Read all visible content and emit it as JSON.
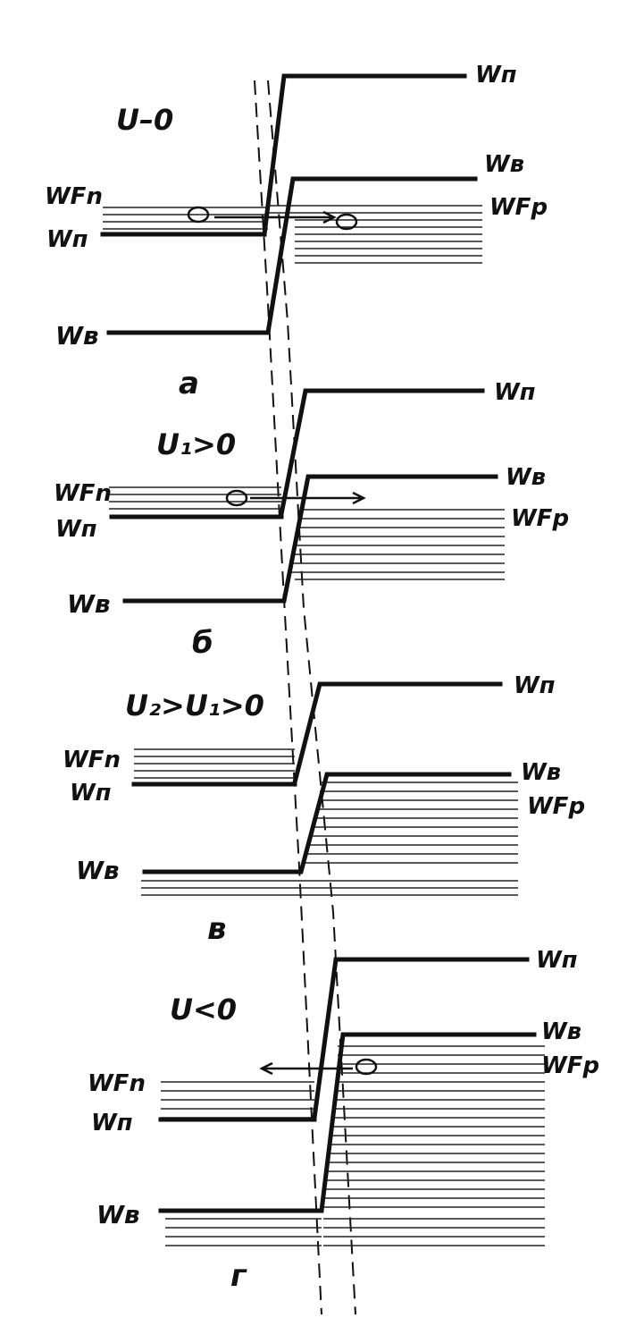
{
  "panels": [
    {
      "id": "a",
      "caption": "а",
      "voltage": "U–0",
      "labels": {
        "right_top": "Wп",
        "right_mid": "Wв",
        "right_fermi": "WFp",
        "left_fermi": "WFn",
        "left_mid": "Wп",
        "left_bottom": "Wв"
      }
    },
    {
      "id": "b",
      "caption": "б",
      "voltage": "U₁>0",
      "labels": {
        "right_top": "Wп",
        "right_mid": "Wв",
        "right_fermi": "WFp",
        "left_fermi": "WFn",
        "left_mid": "Wп",
        "left_bottom": "Wв"
      }
    },
    {
      "id": "c",
      "caption": "в",
      "voltage": "U₂>U₁>0",
      "labels": {
        "right_top": "Wп",
        "right_mid": "Wв",
        "right_fermi": "WFp",
        "left_fermi": "WFn",
        "left_mid": "Wп",
        "left_bottom": "Wв"
      }
    },
    {
      "id": "d",
      "caption": "г",
      "voltage": "U<0",
      "labels": {
        "right_top": "Wп",
        "right_mid": "Wв",
        "right_fermi": "WFp",
        "left_fermi": "WFn",
        "left_mid": "Wп",
        "left_bottom": "Wв"
      }
    }
  ]
}
